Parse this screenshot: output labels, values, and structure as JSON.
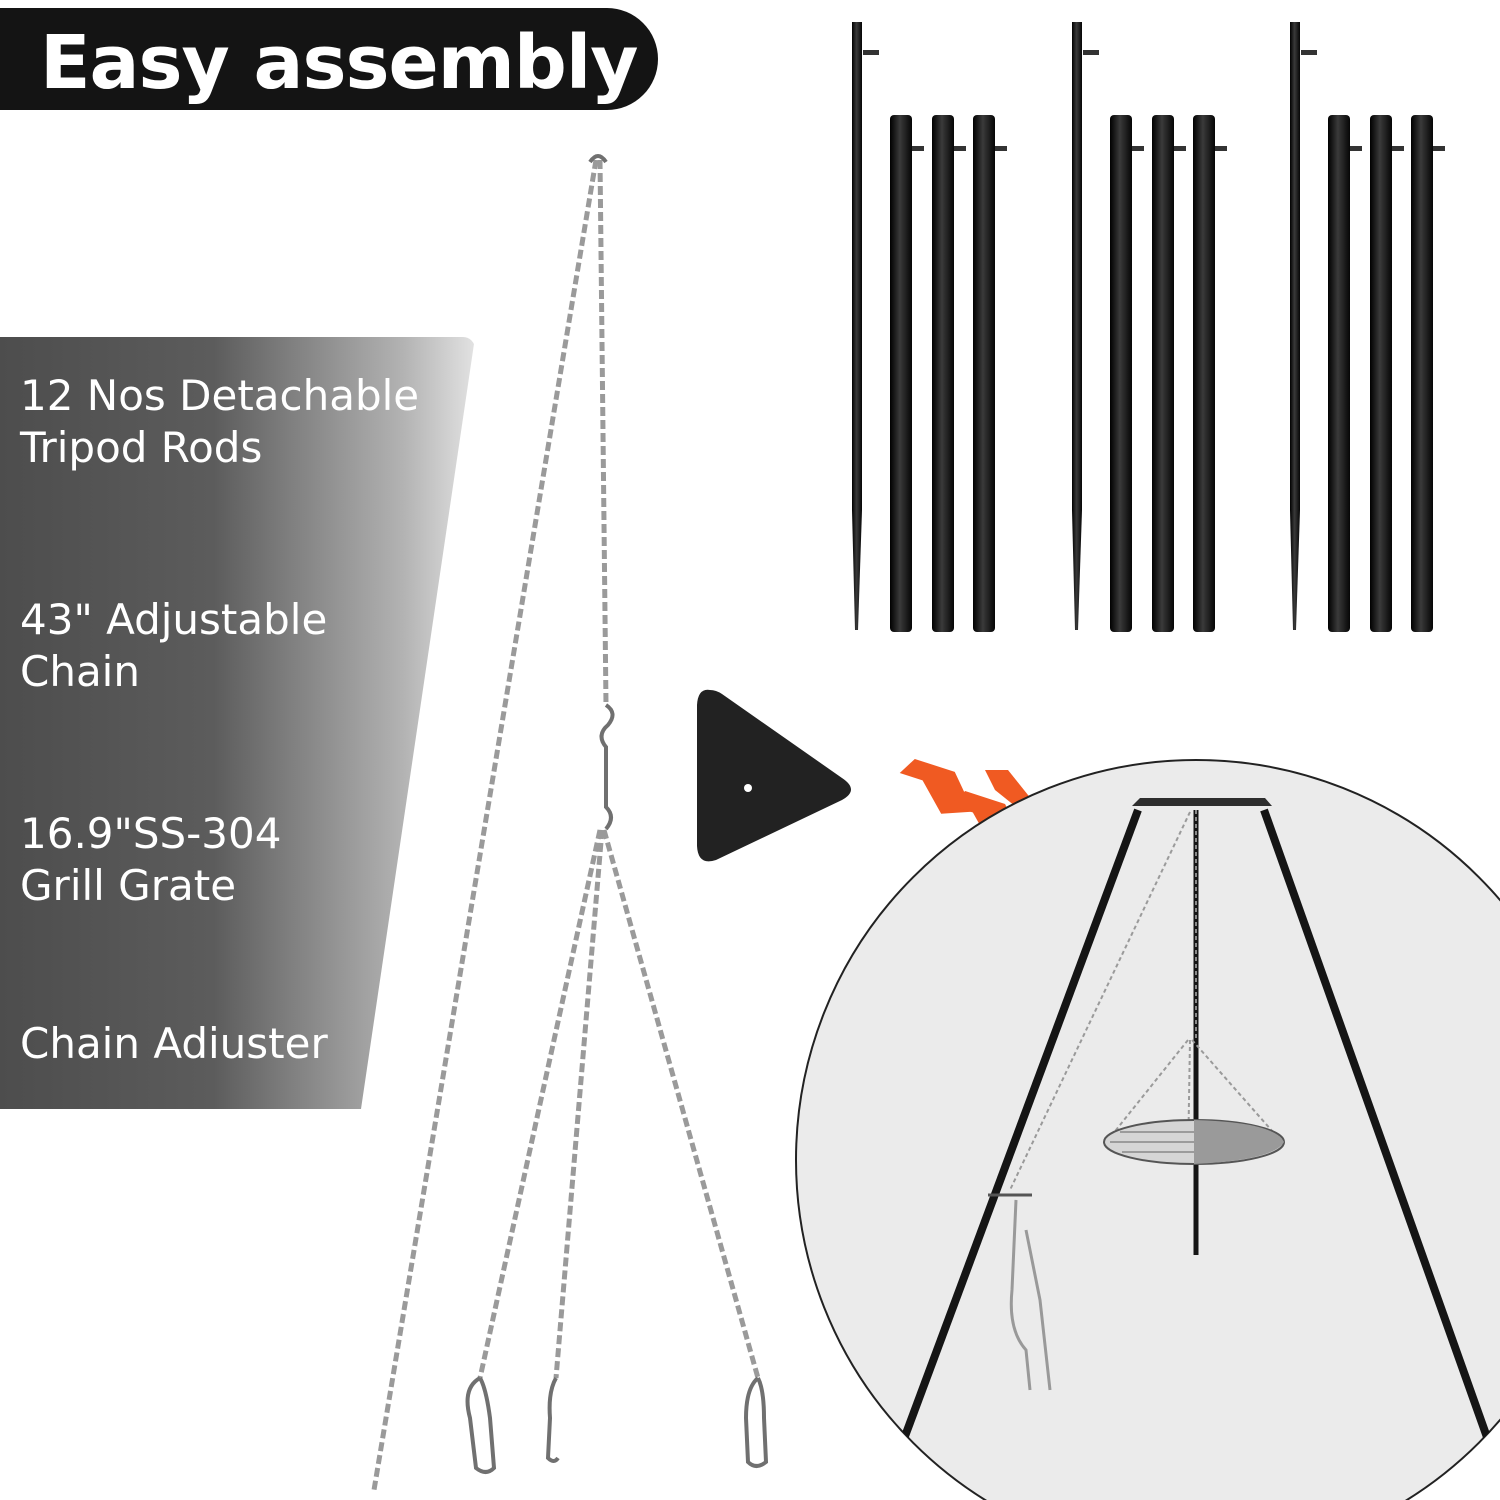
{
  "title": "Easy assembly",
  "features": [
    {
      "line1": "12 Nos Detachable",
      "line2": "Tripod Rods"
    },
    {
      "line1": "43\" Adjustable",
      "line2": "Chain"
    },
    {
      "line1": "16.9\"SS-304",
      "line2": "Grill Grate"
    },
    {
      "line1": "Chain Adiuster",
      "line2": ""
    }
  ],
  "colors": {
    "title_bg": "#141414",
    "rod": "#1a1a1a",
    "chain": "#8a8a8a",
    "arrow": "#f05a22",
    "circle_bg": "#ebebeb"
  },
  "icons": {
    "top_plate": "triangle-plate-icon",
    "arrows": "chevron-arrows-icon"
  }
}
